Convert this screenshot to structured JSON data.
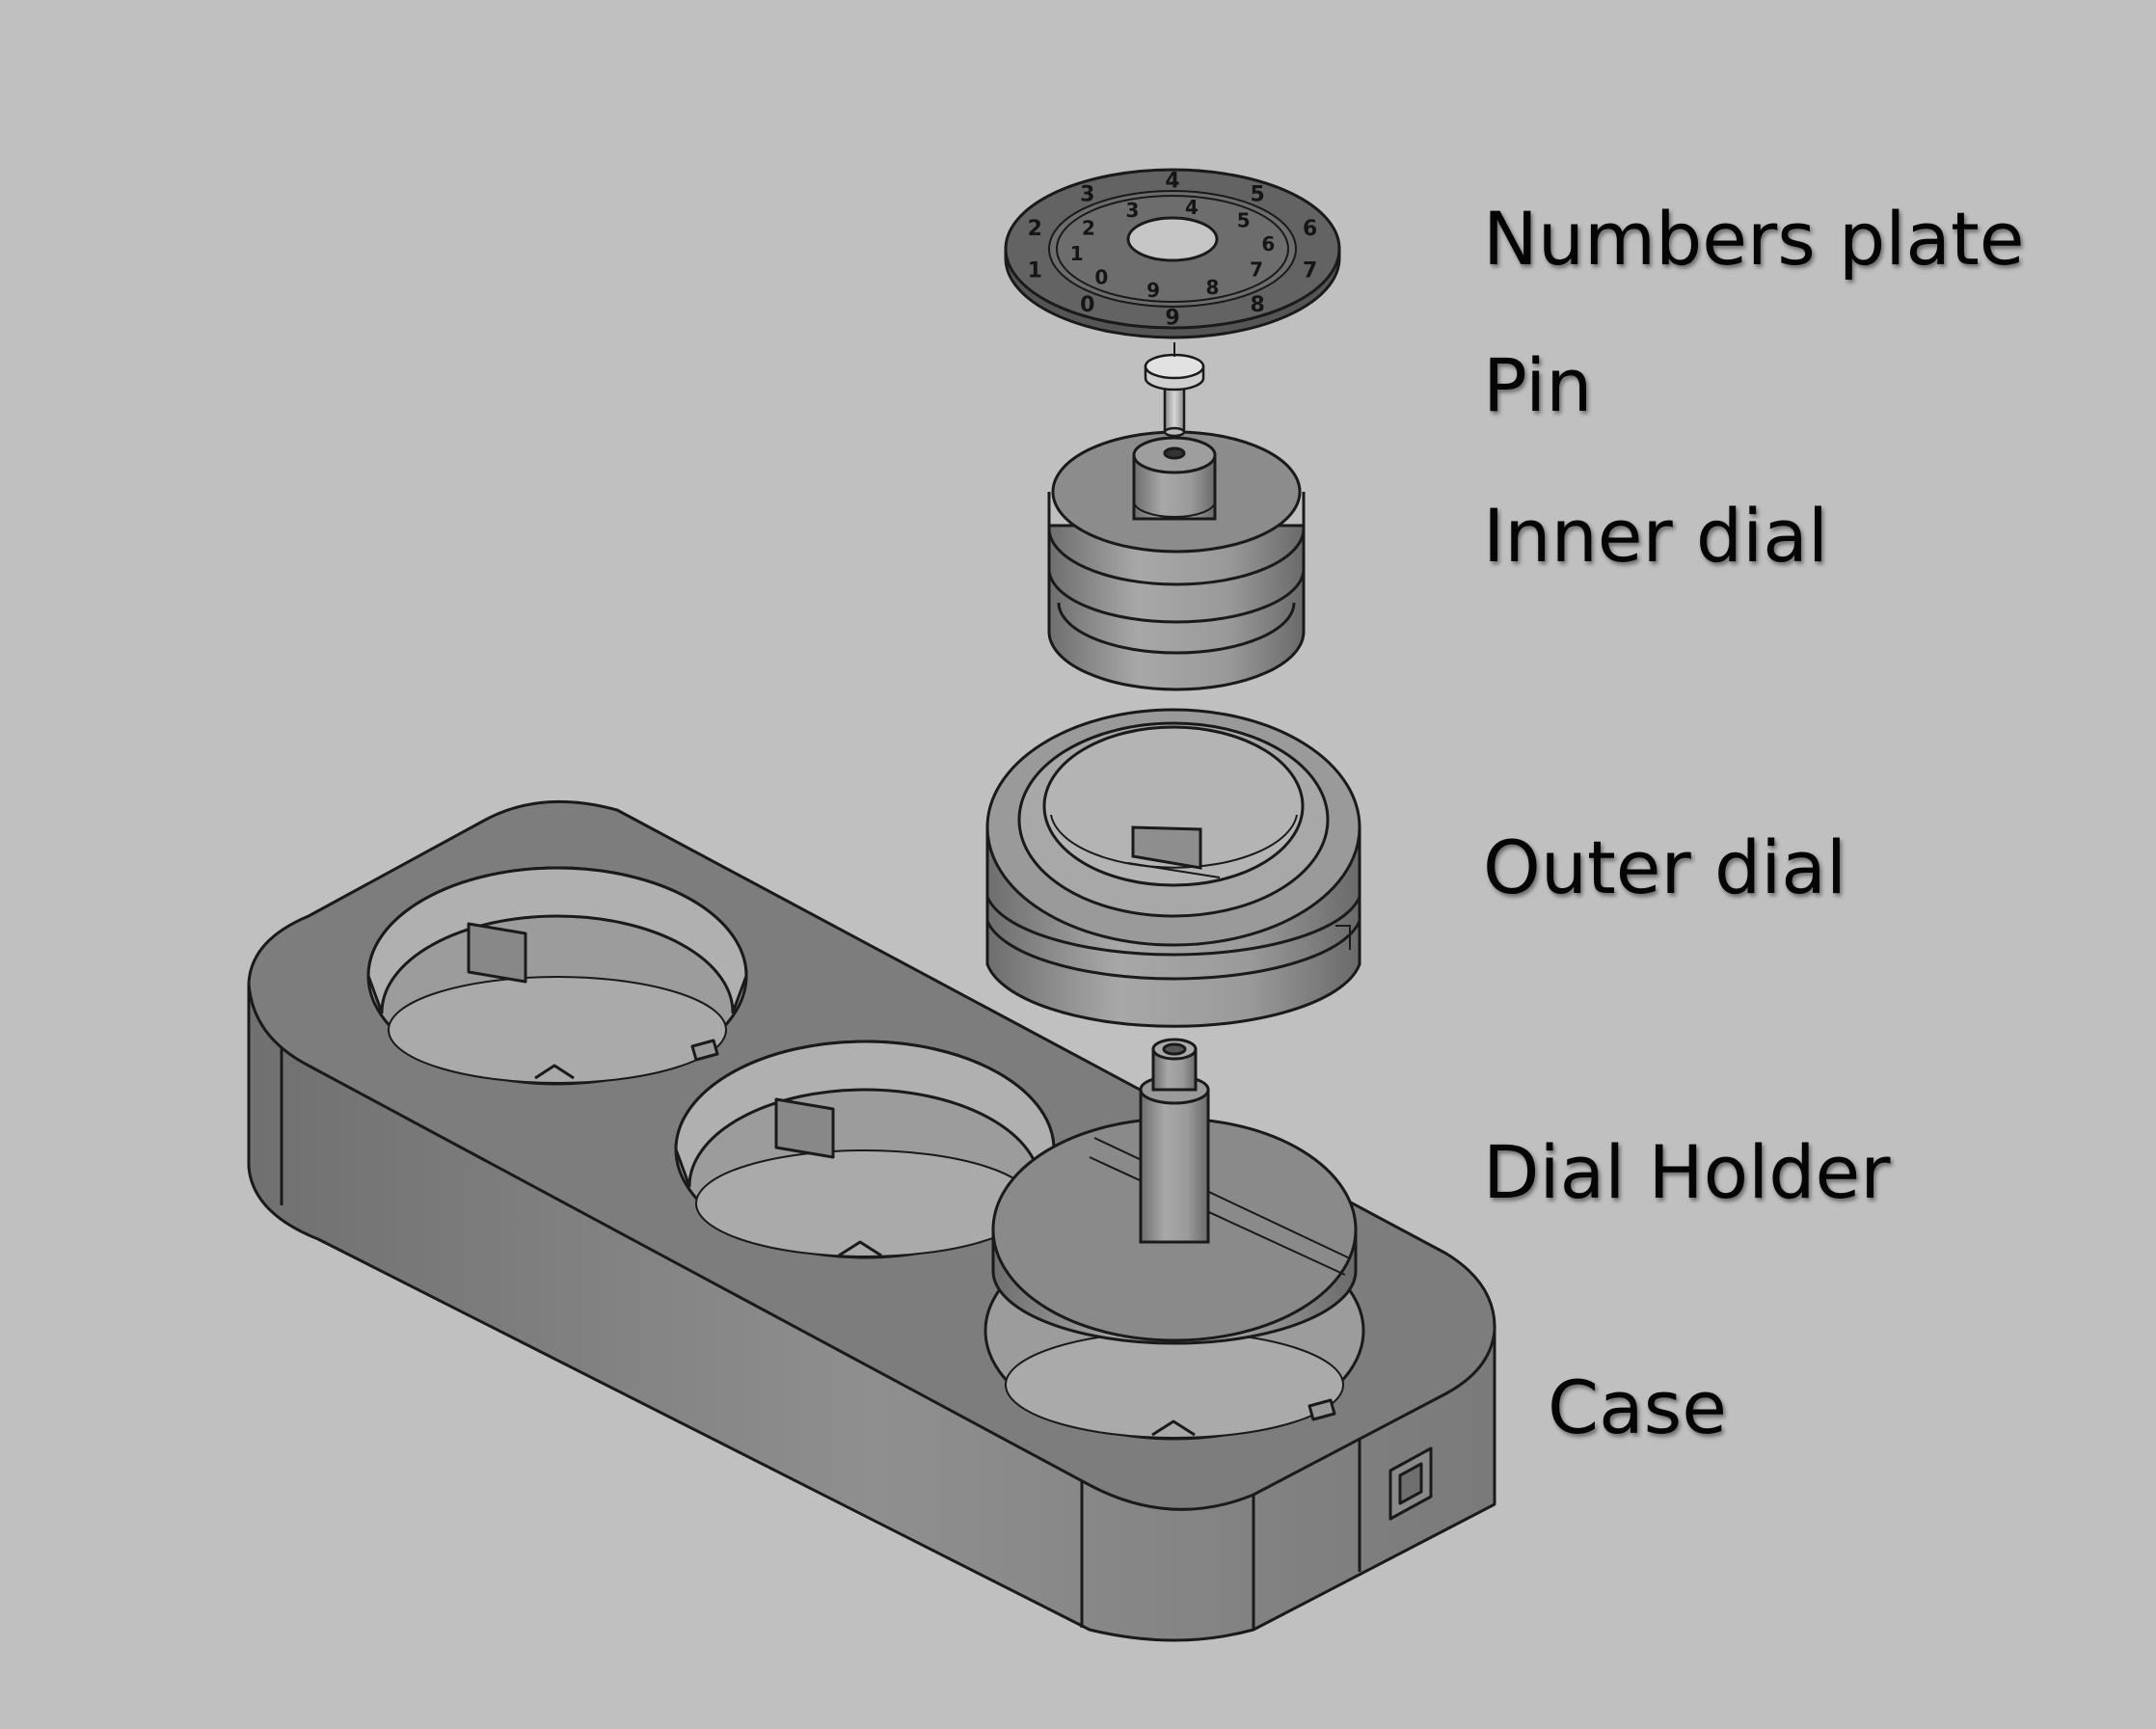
{
  "labels": {
    "numbers_plate": "Numbers plate",
    "pin": "Pin",
    "inner_dial": "Inner dial",
    "outer_dial": "Outer dial",
    "dial_holder": "Dial Holder",
    "case": "Case"
  },
  "dial_digits": [
    "4",
    "5",
    "6",
    "7",
    "8",
    "9",
    "0",
    "1",
    "2",
    "3",
    "4",
    "5",
    "6",
    "7",
    "8",
    "9",
    "0",
    "1",
    "2",
    "3"
  ],
  "colors": {
    "background": "#c0c0c0",
    "surface_top": "#7d7d7d",
    "surface_side": "#8e8e8e",
    "edge": "#1a1a1a",
    "highlight": "#b4b4b4"
  }
}
